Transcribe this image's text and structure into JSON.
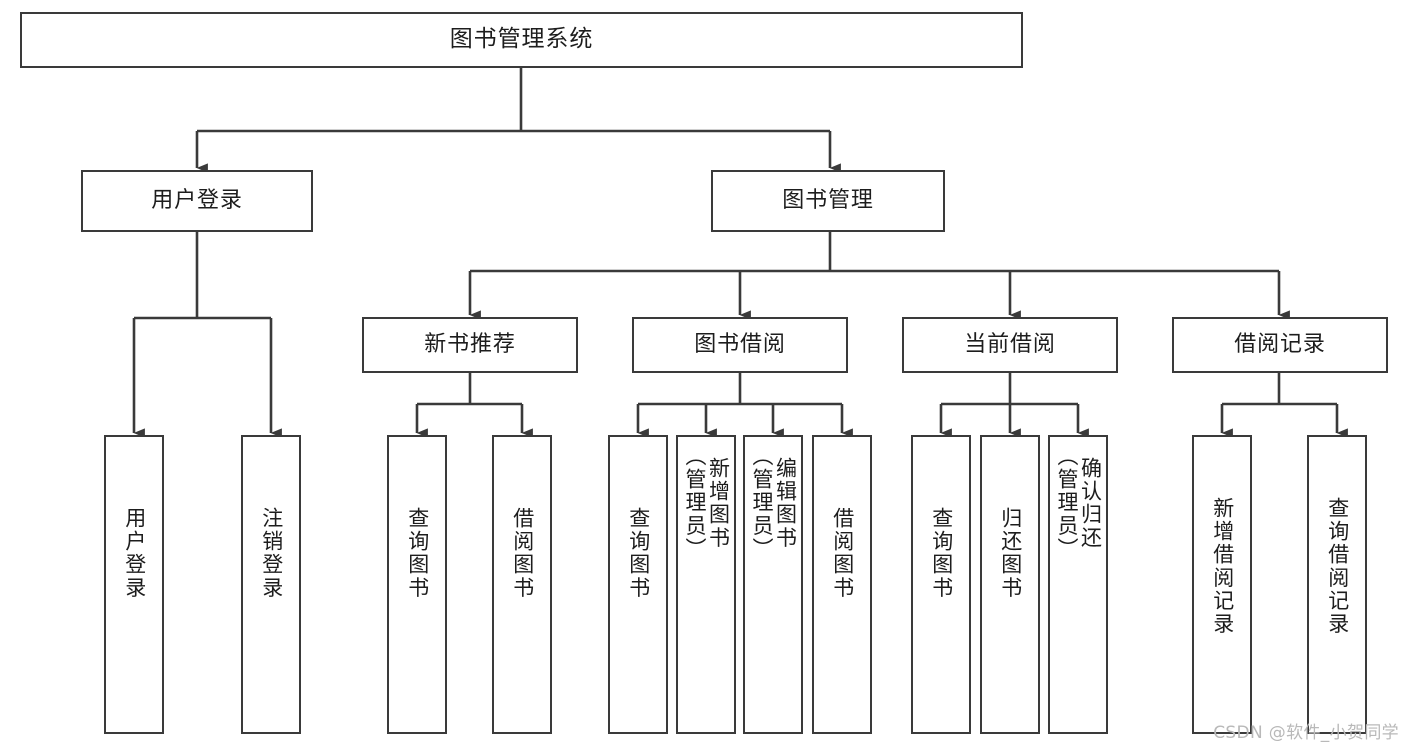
{
  "diagram": {
    "title": "图书管理系统",
    "type": "tree-hierarchy-chart",
    "colors": {
      "border": "#3a3a3a",
      "text": "#1d1d1d",
      "background": "#ffffff",
      "watermark": "#b9b9b9"
    },
    "root": {
      "label": "图书管理系统"
    },
    "level2": [
      {
        "label": "用户登录"
      },
      {
        "label": "图书管理"
      }
    ],
    "level3": [
      {
        "label": "新书推荐"
      },
      {
        "label": "图书借阅"
      },
      {
        "label": "当前借阅"
      },
      {
        "label": "借阅记录"
      }
    ],
    "leaves": {
      "user_login": [
        {
          "label": "用户登录"
        },
        {
          "label": "注销登录"
        }
      ],
      "new_book_recommend": [
        {
          "label": "查询图书"
        },
        {
          "label": "借阅图书"
        }
      ],
      "book_borrow": [
        {
          "label": "查询图书"
        },
        {
          "label": "新增图书\n（管理员）"
        },
        {
          "label": "编辑图书\n（管理员）"
        },
        {
          "label": "借阅图书"
        }
      ],
      "current_borrow": [
        {
          "label": "查询图书"
        },
        {
          "label": "归还图书"
        },
        {
          "label": "确认归还\n（管理员）"
        }
      ],
      "borrow_record": [
        {
          "label": "新增借阅记录"
        },
        {
          "label": "查询借阅记录"
        }
      ]
    }
  },
  "watermark": {
    "text": "CSDN @软件_小贺同学"
  }
}
